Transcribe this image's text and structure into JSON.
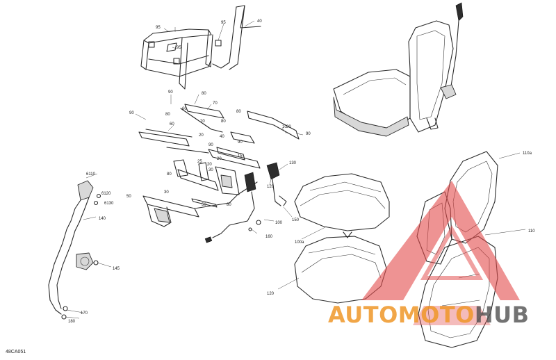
{
  "diagram": {
    "document_code": "48CA051",
    "callouts": [
      "40",
      "95",
      "95",
      "95",
      "90",
      "80",
      "70",
      "60",
      "60",
      "80",
      "80",
      "90",
      "80",
      "20",
      "20",
      "40",
      "10",
      "90",
      "30",
      "20",
      "30",
      "25",
      "20",
      "30",
      "80",
      "50",
      "50",
      "90",
      "80",
      "15",
      "90",
      "130",
      "120",
      "140",
      "150",
      "160",
      "100a",
      "110",
      "110a",
      "120",
      "6110",
      "6120",
      "6130",
      "145",
      "170",
      "180",
      "100"
    ]
  },
  "watermark": {
    "text_part1": "AUTOMOTO",
    "text_part2": "HUB",
    "colors": {
      "orange": "#ee9628",
      "red": "#e24b4b",
      "gray": "#505050"
    }
  }
}
